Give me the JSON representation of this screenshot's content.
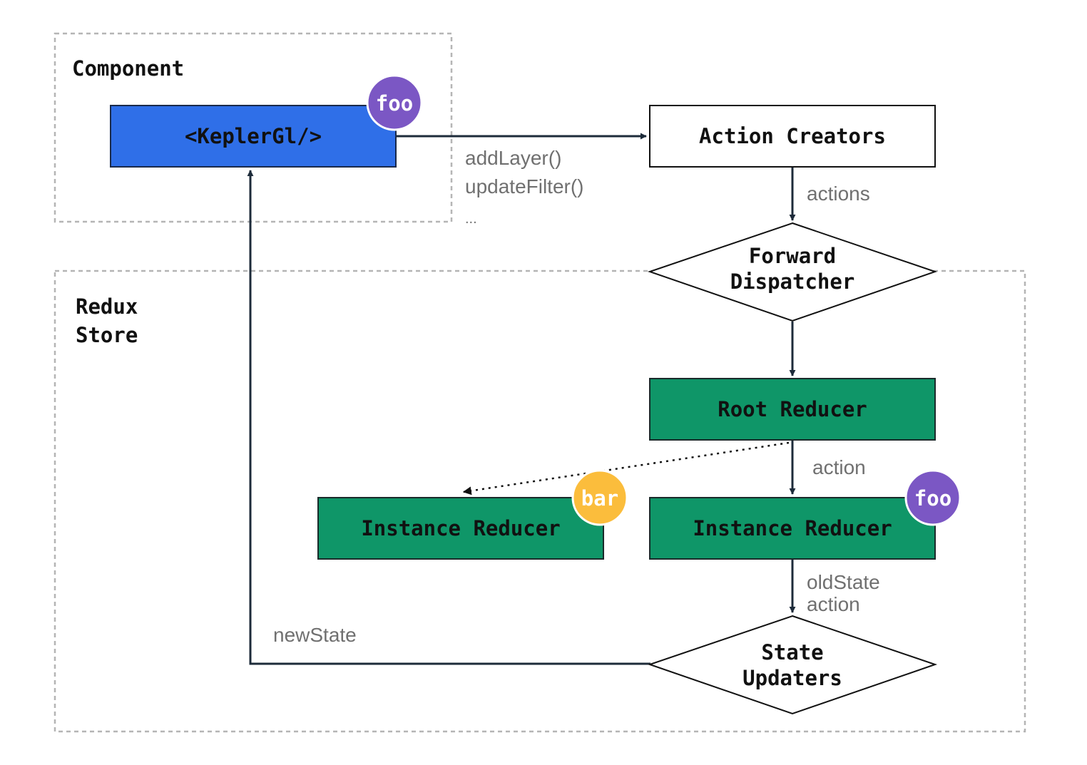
{
  "groups": {
    "component": {
      "title": "Component"
    },
    "store": {
      "title_line1": "Redux",
      "title_line2": "Store"
    }
  },
  "nodes": {
    "keplergl": {
      "label": "<KeplerGl/>",
      "badge": "foo"
    },
    "action_creators": {
      "label": "Action Creators"
    },
    "forward_dispatcher": {
      "label_line1": "Forward",
      "label_line2": "Dispatcher"
    },
    "root_reducer": {
      "label": "Root Reducer"
    },
    "instance_reducer_bar": {
      "label": "Instance Reducer",
      "badge": "bar"
    },
    "instance_reducer_foo": {
      "label": "Instance Reducer",
      "badge": "foo"
    },
    "state_updaters": {
      "label_line1": "State",
      "label_line2": "Updaters"
    }
  },
  "edge_labels": {
    "calls_line1": "addLayer()",
    "calls_line2": "updateFilter()",
    "calls_line3": "...",
    "actions": "actions",
    "action": "action",
    "old_state_line1": "oldState",
    "old_state_line2": "action",
    "new_state": "newState"
  },
  "colors": {
    "keplergl_fill": "#2f6fe8",
    "reducer_fill": "#0f9668",
    "badge_foo": "#7b57c4",
    "badge_bar": "#fbbd3c",
    "edge": "#1d2b3a",
    "group_border": "#b5b5b5",
    "label_gray": "#707070"
  }
}
